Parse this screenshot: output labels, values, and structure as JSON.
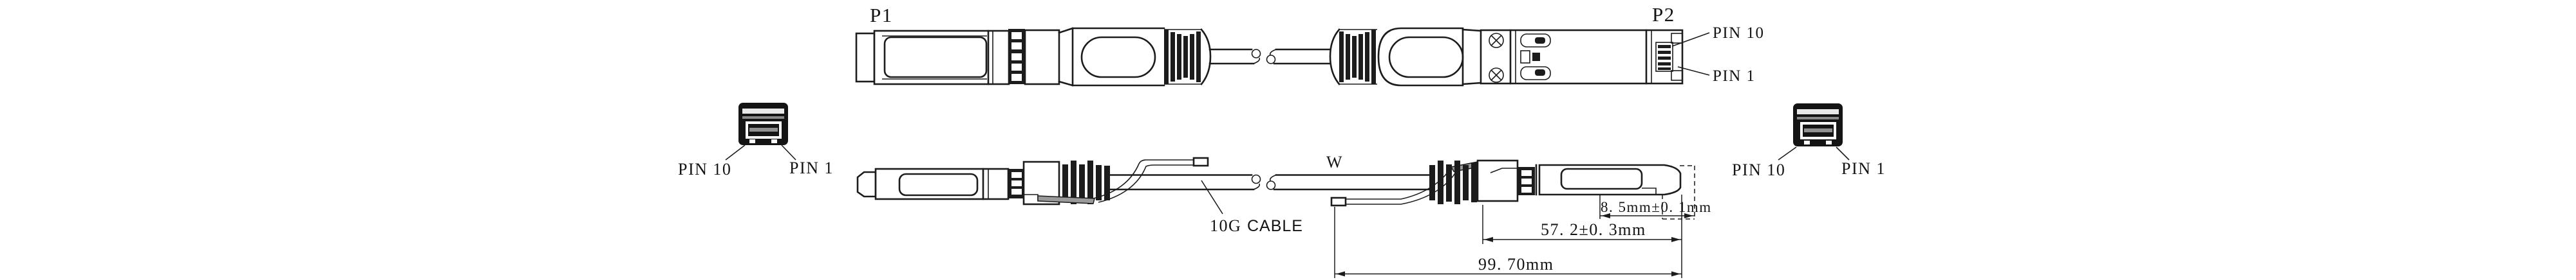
{
  "drawing": {
    "background": "#ffffff",
    "ink": "#1c1c1c",
    "labels": {
      "p1": "P1",
      "p2": "P2",
      "w": "W",
      "cable_type": "10G",
      "cable_word": "CABLE"
    },
    "pin_labels": {
      "pin10": "PIN 10",
      "pin1": "PIN 1"
    },
    "dimensions": {
      "plug_depth": "8. 5mm±0. 1mm",
      "housing_length": "57. 2±0. 3mm",
      "overall_length": "99. 70mm"
    }
  }
}
